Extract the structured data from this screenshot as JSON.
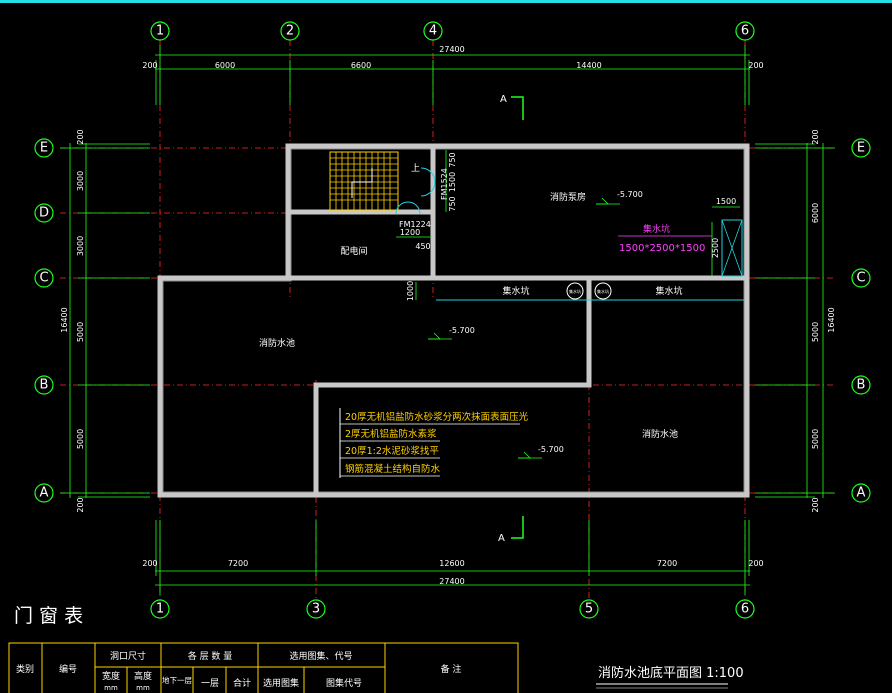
{
  "drawing_title": "消防水池底平面图 1:100",
  "axes": {
    "top": [
      "1",
      "2",
      "4",
      "6"
    ],
    "bottom": [
      "1",
      "3",
      "5",
      "6"
    ],
    "left": [
      "E",
      "D",
      "C",
      "B",
      "A"
    ],
    "right": [
      "E",
      "C",
      "B",
      "A"
    ]
  },
  "dims_top": {
    "total": "27400",
    "left_edge": "200",
    "segments": [
      "6000",
      "6600",
      "14400"
    ],
    "right_edge": "200"
  },
  "dims_bottom": {
    "total": "27400",
    "left_edge": "200",
    "segments": [
      "7200",
      "12600",
      "7200"
    ],
    "right_edge": "200"
  },
  "dims_left": {
    "total": "16400",
    "top_edge": "200",
    "segments": [
      "3000",
      "3000",
      "5000",
      "5000"
    ],
    "bottom_edge": "200"
  },
  "dims_right": {
    "total": "16400",
    "top_edge": "200",
    "segments": [
      "6000",
      "5000",
      "5000"
    ],
    "bottom_edge": "200"
  },
  "section_marks": [
    "A",
    "A"
  ],
  "rooms": {
    "pump_room": "消防泵房",
    "power_room": "配电间",
    "pool_left": "消防水池",
    "pool_right": "消防水池",
    "sump_left": "集水坑",
    "sump_right": "集水坑",
    "sump_pit": "集水坑",
    "sump_pit_size": "1500*2500*1500"
  },
  "levels": {
    "pump_room": "-5.700",
    "pool_left": "-5.700",
    "pool_right": "-5.700"
  },
  "stair_up_label": "上",
  "door_labels": {
    "fm1524": "FM1524",
    "fm1224": "FM1224"
  },
  "small_dims": {
    "d750a": "750",
    "d1500v": "1500",
    "d750b": "750",
    "d1200": "1200",
    "d450": "450",
    "d1500h": "1500",
    "d2500": "2500",
    "d1000": "1000"
  },
  "pipe_marks": [
    "集水坑",
    "集水坑"
  ],
  "floor_notes": [
    "20厚无机铝盐防水砂浆分两次抹面表面压光",
    "2厚无机铝盐防水素浆",
    "20厚1:2水泥砂浆找平",
    "钢筋混凝土结构自防水"
  ],
  "door_window_table": {
    "title": "门 窗 表",
    "headers": {
      "category": "类别",
      "code": "编号",
      "opening_size": "洞口尺寸",
      "width": "宽度",
      "height": "高度",
      "width_unit": "mm",
      "height_unit": "mm",
      "floor_qty": "各 层 数 量",
      "basement": "地下一层",
      "floor1": "一层",
      "total": "合计",
      "atlas_group": "选用图集、代号",
      "atlas": "选用图集",
      "atlas_code": "图集代号",
      "remarks": "备 注"
    }
  },
  "colors": {
    "background": "#000000",
    "wall": "#c8c8c8",
    "dimension": "#1eff1e",
    "axis": "#ff2a2a",
    "note": "#ffd200",
    "sump": "#ff40ff",
    "accent": "#22e0e6"
  }
}
